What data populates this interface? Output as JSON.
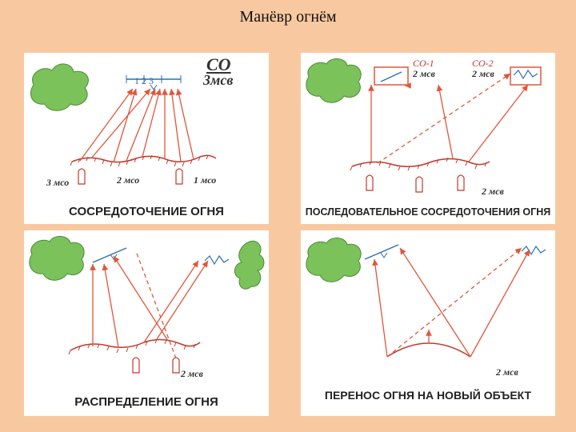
{
  "title": "Манёвр огнём",
  "panels": {
    "p1": {
      "caption": "СОСРЕДОТОЧЕНИЕ ОГНЯ",
      "target_top": "СО",
      "target_bottom": "3мсв",
      "sectors": "1 2 3",
      "unit_left": "3 мсо",
      "unit_mid": "2 мсо",
      "unit_right": "1 мсо"
    },
    "p2": {
      "caption": "ПОСЛЕДОВАТЕЛЬНОЕ СОСРЕДОТОЧЕНИЯ ОГНЯ",
      "co1_top": "СО-1",
      "co1_bottom": "2 мсв",
      "co2_top": "СО-2",
      "co2_bottom": "2 мсв",
      "unit": "2 мсв"
    },
    "p3": {
      "caption": "РАСПРЕДЕЛЕНИЕ ОГНЯ",
      "unit": "2 мсв"
    },
    "p4": {
      "caption": "ПЕРЕНОС ОГНЯ НА НОВЫЙ ОБЪЕКТ",
      "unit": "2 мсв"
    }
  },
  "colors": {
    "background": "#f8c9a0",
    "arrow": "#e0563b",
    "bush": "#7cc25a",
    "target": "#2a6fb5"
  }
}
